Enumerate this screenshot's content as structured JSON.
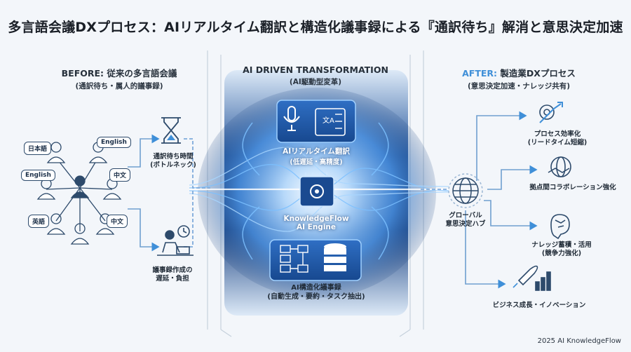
{
  "title": "多言語会議DXプロセス：AIリアルタイム翻訳と構造化議事録による『通訳待ち』解消と意思決定加速",
  "before": {
    "heading": "BEFORE: 従来の多言語会議",
    "subheading": "(通訳待ち・属人的議事録)",
    "bubbles": [
      "日本語",
      "English",
      "English",
      "中文",
      "英語",
      "中文"
    ],
    "wait_label_1": "通訳待ち時間",
    "wait_label_2": "(ボトルネック)",
    "minutes_label_1": "議事録作成の",
    "minutes_label_2": "遅延・負担"
  },
  "center": {
    "heading": "AI DRIVEN TRANSFORMATION",
    "subheading": "(AI駆動型変革)",
    "translation_label_1": "AIリアルタイム翻訳",
    "translation_label_2": "(低遅延・高精度)",
    "engine_label_1": "KnowledgeFlow",
    "engine_label_2": "AI Engine",
    "minutes_label_1": "AI構造化議事録",
    "minutes_label_2": "(自動生成・要約・タスク抽出)"
  },
  "after": {
    "heading_accent": "AFTER:",
    "heading_rest": " 製造業DXプロセス",
    "subheading": "(意思決定加速・ナレッジ共有)",
    "hub_label_1": "グローバル",
    "hub_label_2": "意思決定ハブ",
    "outcomes": [
      {
        "line1": "プロセス効率化",
        "line2": "(リードタイム短縮)",
        "icon": "gear-arrow-icon"
      },
      {
        "line1": "拠点間コラボレーション強化",
        "line2": "",
        "icon": "handshake-globe-icon"
      },
      {
        "line1": "ナレッジ蓄積・活用",
        "line2": "(競争力強化)",
        "icon": "brain-icon"
      },
      {
        "line1": "ビジネス成長・イノベーション",
        "line2": "",
        "icon": "rocket-chart-icon"
      }
    ]
  },
  "footer": "2025 AI KnowledgeFlow",
  "colors": {
    "accent": "#3f8fd8",
    "navy": "#2d4a6b",
    "glow": "#6fb6ff"
  }
}
